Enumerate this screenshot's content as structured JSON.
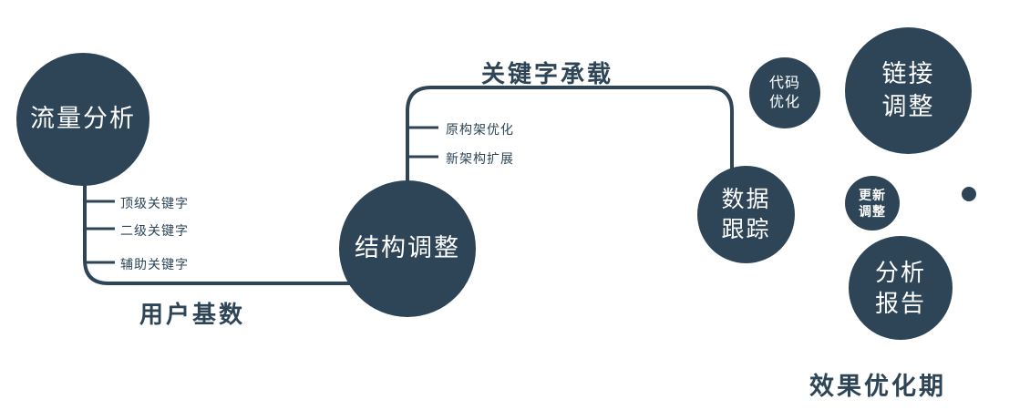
{
  "colors": {
    "primary": "#2e4557",
    "text": "#2e4557"
  },
  "diagram": {
    "nodes": {
      "traffic": {
        "label": "流量分析"
      },
      "structure": {
        "label": "结构调整"
      },
      "data_tracking": {
        "line1": "数据",
        "line2": "跟踪"
      },
      "code_opt": {
        "line1": "代码",
        "line2": "优化"
      },
      "link_adjust": {
        "line1": "链接",
        "line2": "调整"
      },
      "update_adjust": {
        "line1": "更新",
        "line2": "调整"
      },
      "analysis_report": {
        "line1": "分析",
        "line2": "报告"
      }
    },
    "branches": {
      "left": [
        "顶级关键字",
        "二级关键字",
        "辅助关键字"
      ],
      "middle": [
        "原构架优化",
        "新架构扩展"
      ]
    },
    "edge_labels": {
      "user_base": "用户基数",
      "keyword_carry": "关键字承载"
    },
    "footer": "效果优化期"
  }
}
